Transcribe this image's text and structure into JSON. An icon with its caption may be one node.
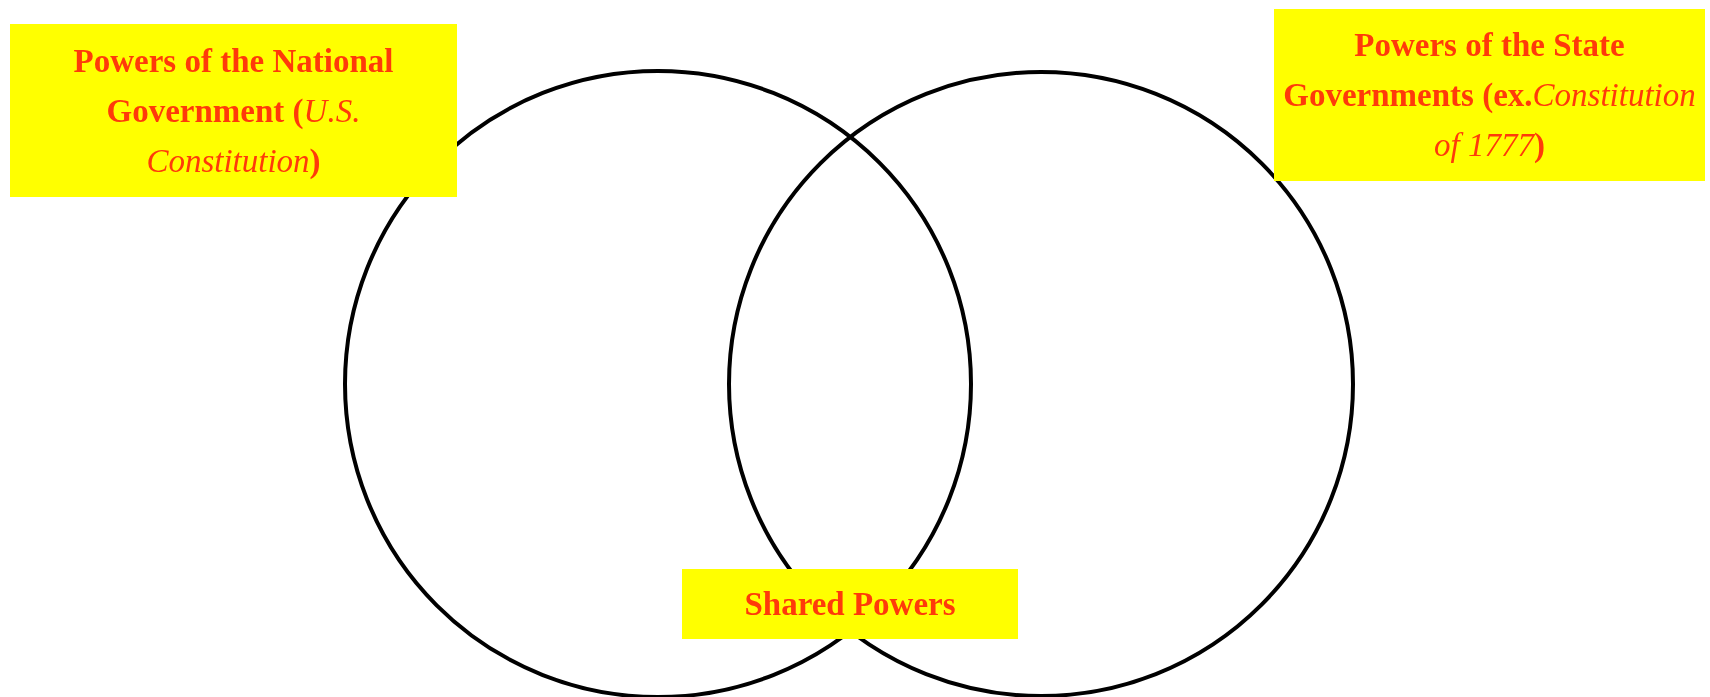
{
  "diagram": {
    "nodes": [
      {
        "text": [
          "Powers of the National Government (*U.S. Constitution*)"
        ]
      },
      {
        "text": [
          "Powers of the State Governments (ex.*Constitution of 1777*)"
        ]
      },
      {
        "text": [],
        "shape": "circle"
      },
      {
        "text": [],
        "shape": "circle"
      },
      {
        "text": [
          "Shared Powers"
        ]
      }
    ]
  }
}
